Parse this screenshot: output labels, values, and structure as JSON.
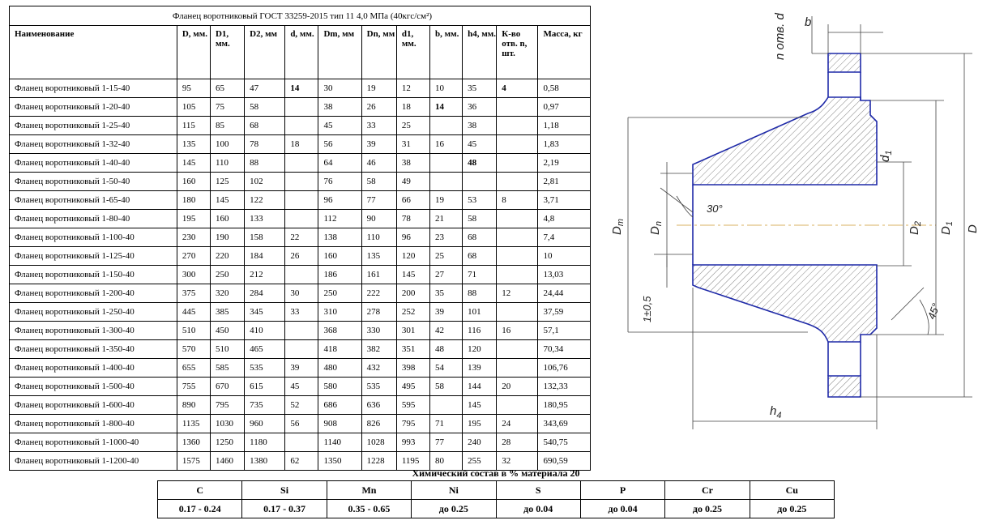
{
  "table": {
    "title": "Фланец воротниковый ГОСТ 33259-2015 тип 11 4,0 МПа (40кгс/см²)",
    "headers": [
      "Наименование",
      "D, мм.",
      "D1, мм.",
      "D2, мм",
      "d, мм.",
      "Dm, мм",
      "Dn, мм",
      "d1, мм.",
      "b, мм.",
      "h4, мм.",
      "К-во отв. n, шт.",
      "Масса, кг"
    ],
    "rows": [
      [
        "Фланец воротниковый 1-15-40",
        "95",
        "65",
        "47",
        "14",
        "30",
        "19",
        "12",
        "10",
        "35",
        "4",
        "0,58"
      ],
      [
        "Фланец воротниковый 1-20-40",
        "105",
        "75",
        "58",
        "",
        "38",
        "26",
        "18",
        "14",
        "36",
        "",
        "0,97"
      ],
      [
        "Фланец воротниковый 1-25-40",
        "115",
        "85",
        "68",
        "",
        "45",
        "33",
        "25",
        "",
        "38",
        "",
        "1,18"
      ],
      [
        "Фланец воротниковый 1-32-40",
        "135",
        "100",
        "78",
        "18",
        "56",
        "39",
        "31",
        "16",
        "45",
        "",
        "1,83"
      ],
      [
        "Фланец воротниковый 1-40-40",
        "145",
        "110",
        "88",
        "",
        "64",
        "46",
        "38",
        "",
        "48",
        "",
        "2,19"
      ],
      [
        "Фланец воротниковый 1-50-40",
        "160",
        "125",
        "102",
        "",
        "76",
        "58",
        "49",
        "",
        "",
        "",
        "2,81"
      ],
      [
        "Фланец воротниковый 1-65-40",
        "180",
        "145",
        "122",
        "",
        "96",
        "77",
        "66",
        "19",
        "53",
        "8",
        "3,71"
      ],
      [
        "Фланец воротниковый 1-80-40",
        "195",
        "160",
        "133",
        "",
        "112",
        "90",
        "78",
        "21",
        "58",
        "",
        "4,8"
      ],
      [
        "Фланец воротниковый 1-100-40",
        "230",
        "190",
        "158",
        "22",
        "138",
        "110",
        "96",
        "23",
        "68",
        "",
        "7,4"
      ],
      [
        "Фланец воротниковый 1-125-40",
        "270",
        "220",
        "184",
        "26",
        "160",
        "135",
        "120",
        "25",
        "68",
        "",
        "10"
      ],
      [
        "Фланец воротниковый 1-150-40",
        "300",
        "250",
        "212",
        "",
        "186",
        "161",
        "145",
        "27",
        "71",
        "",
        "13,03"
      ],
      [
        "Фланец воротниковый 1-200-40",
        "375",
        "320",
        "284",
        "30",
        "250",
        "222",
        "200",
        "35",
        "88",
        "12",
        "24,44"
      ],
      [
        "Фланец воротниковый 1-250-40",
        "445",
        "385",
        "345",
        "33",
        "310",
        "278",
        "252",
        "39",
        "101",
        "",
        "37,59"
      ],
      [
        "Фланец воротниковый 1-300-40",
        "510",
        "450",
        "410",
        "",
        "368",
        "330",
        "301",
        "42",
        "116",
        "16",
        "57,1"
      ],
      [
        "Фланец воротниковый 1-350-40",
        "570",
        "510",
        "465",
        "",
        "418",
        "382",
        "351",
        "48",
        "120",
        "",
        "70,34"
      ],
      [
        "Фланец воротниковый 1-400-40",
        "655",
        "585",
        "535",
        "39",
        "480",
        "432",
        "398",
        "54",
        "139",
        "",
        "106,76"
      ],
      [
        "Фланец воротниковый 1-500-40",
        "755",
        "670",
        "615",
        "45",
        "580",
        "535",
        "495",
        "58",
        "144",
        "20",
        "132,33"
      ],
      [
        "Фланец воротниковый 1-600-40",
        "890",
        "795",
        "735",
        "52",
        "686",
        "636",
        "595",
        "",
        "145",
        "",
        "180,95"
      ],
      [
        "Фланец воротниковый 1-800-40",
        "1135",
        "1030",
        "960",
        "56",
        "908",
        "826",
        "795",
        "71",
        "195",
        "24",
        "343,69"
      ],
      [
        "Фланец воротниковый 1-1000-40",
        "1360",
        "1250",
        "1180",
        "",
        "1140",
        "1028",
        "993",
        "77",
        "240",
        "28",
        "540,75"
      ],
      [
        "Фланец воротниковый 1-1200-40",
        "1575",
        "1460",
        "1380",
        "62",
        "1350",
        "1228",
        "1195",
        "80",
        "255",
        "32",
        "690,59"
      ]
    ]
  },
  "chem": {
    "caption": "Химический состав в % материала 20",
    "elements": [
      "C",
      "Si",
      "Mn",
      "Ni",
      "S",
      "P",
      "Cr",
      "Cu"
    ],
    "values": [
      "0.17 - 0.24",
      "0.17 - 0.37",
      "0.35 - 0.65",
      "до  0.25",
      "до  0.04",
      "до  0.04",
      "до  0.25",
      "до  0.25"
    ]
  },
  "drawing": {
    "labels": {
      "b": "b",
      "n_otv_d": "n отв. d",
      "d1": "d",
      "d1_sub": "1",
      "angle": "30°",
      "Dm": "D",
      "Dm_sub": "m",
      "Dn": "D",
      "Dn_sub": "n",
      "D2": "D",
      "D2_sub": "2",
      "D1": "D",
      "D1_sub": "1",
      "D": "D",
      "tol": "1±0,5",
      "angle45": "45°",
      "h4": "h",
      "h4_sub": "4"
    },
    "colors": {
      "outline": "#1f2aa8",
      "dims": "#333333",
      "axis": "#d8b060",
      "hatch": "#555555"
    }
  }
}
